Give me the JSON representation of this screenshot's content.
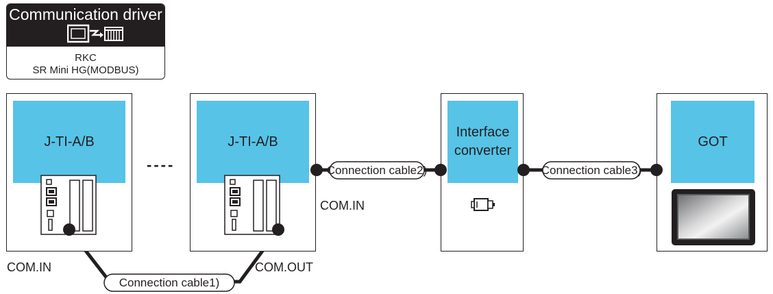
{
  "driver": {
    "title": "Communication driver",
    "line1": "RKC",
    "line2": "SR Mini HG(MODBUS)",
    "icon": "driver-icon"
  },
  "devices": {
    "dev1_name": "J-TI-A/B",
    "dev2_name": "J-TI-A/B",
    "converter_line1": "Interface",
    "converter_line2": "converter",
    "got_name": "GOT"
  },
  "ellipsis": "----",
  "ports": {
    "com_in_left": "COM.IN",
    "com_out": "COM.OUT",
    "com_in_mid": "COM.IN"
  },
  "cables": {
    "cable1": "Connection cable1)",
    "cable2": "Connection cable2)",
    "cable3": "Connection cable3)"
  },
  "colors": {
    "panel": "#56c3e7",
    "line": "#231f20"
  }
}
